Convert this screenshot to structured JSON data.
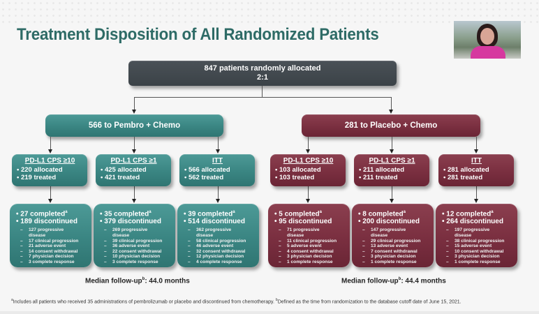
{
  "slide": {
    "title": "Treatment Disposition of All Randomized Patients",
    "colors": {
      "title": "#2e6b66",
      "pembro": "#3a8582",
      "placebo": "#7a2f40",
      "randomized": "#3b4247"
    }
  },
  "randomized": {
    "line1": "847 patients randomly allocated",
    "line2": "2:1"
  },
  "arms": [
    {
      "label": "566 to Pembro + Chemo",
      "median_followup": {
        "prefix": "Median follow-up",
        "sup": "b",
        "value": ": 44.0 months"
      },
      "groups": [
        {
          "header": "PD-L1 CPS ≥10",
          "allocated": "• 220 allocated",
          "treated": "• 219 treated",
          "completed": "• 27 completed",
          "completed_sup": "a",
          "discontinued": "• 189 discontinued",
          "reasons": [
            "127 progressive disease",
            "17 clinical progression",
            "21 adverse event",
            "14 consent withdrawal",
            "7 physician decision",
            "3 complete response"
          ]
        },
        {
          "header": "PD-L1 CPS ≥1",
          "allocated": "• 425 allocated",
          "treated": "• 421 treated",
          "completed": "• 35 completed",
          "completed_sup": "a",
          "discontinued": "• 379 discontinued",
          "reasons": [
            "269 progressive disease",
            "39 clinical progression",
            "36 adverse event",
            "22 consent withdrawal",
            "10 physician decision",
            "3 complete response"
          ]
        },
        {
          "header": "ITT",
          "allocated": "• 566 allocated",
          "treated": "• 562 treated",
          "completed": "• 39 completed",
          "completed_sup": "a",
          "discontinued": "• 514 discontinued",
          "reasons": [
            "362 progressive disease",
            "58 clinical progression",
            "46 adverse event",
            "32 consent withdrawal",
            "12 physician decision",
            "4 complete response"
          ]
        }
      ]
    },
    {
      "label": "281 to Placebo + Chemo",
      "median_followup": {
        "prefix": "Median follow-up",
        "sup": "b",
        "value": ": 44.4 months"
      },
      "groups": [
        {
          "header": "PD-L1 CPS ≥10",
          "allocated": "• 103 allocated",
          "treated": "• 103 treated",
          "completed": "• 5 completed",
          "completed_sup": "a",
          "discontinued": "• 95 discontinued",
          "reasons": [
            "71 progressive disease",
            "11 clinical progression",
            "5 adverse event",
            "4 consent withdrawal",
            "3 physician decision",
            "1 complete response"
          ]
        },
        {
          "header": "PD-L1 CPS ≥1",
          "allocated": "• 211 allocated",
          "treated": "• 211 treated",
          "completed": "• 8 completed",
          "completed_sup": "a",
          "discontinued": "• 200 discontinued",
          "reasons": [
            "147 progressive disease",
            "29 clinical progression",
            "13 adverse event",
            "7 consent withdrawal",
            "3 physician decision",
            "1 complete response"
          ]
        },
        {
          "header": "ITT",
          "allocated": "• 281 allocated",
          "treated": "• 281 treated",
          "completed": "• 12 completed",
          "completed_sup": "a",
          "discontinued": "• 264 discontinued",
          "reasons": [
            "197 progressive disease",
            "38 clinical progression",
            "15 adverse event",
            "10 consent withdrawal",
            "3 physician decision",
            "1 complete response"
          ]
        }
      ]
    }
  ],
  "footnote": {
    "sup_a": "a",
    "text_a": "Includes all patients who received 35 administrations of pembrolizumab or placebo and discontinued from chemotherapy. ",
    "sup_b": "b",
    "text_b": "Defined as the time from randomization to the database cutoff date of June 15, 2021."
  }
}
